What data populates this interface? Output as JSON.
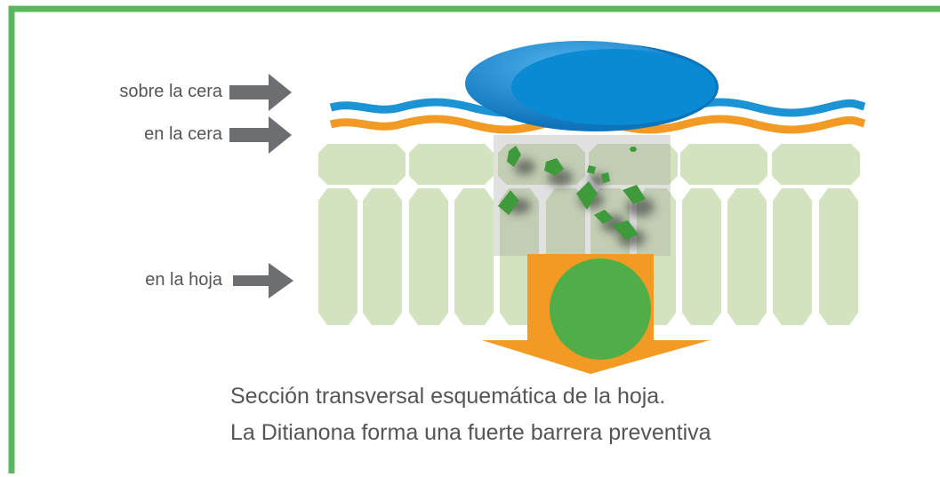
{
  "labels": {
    "above_wax": "sobre la cera",
    "in_wax": "en la cera",
    "in_leaf": "en la hoja"
  },
  "caption": {
    "line1": "Sección transversal esquemática de la hoja.",
    "line2": "La Ditianona forma una fuerte barrera preventiva"
  },
  "colors": {
    "frame": "#5bb75b",
    "droplet": "#1f8fd6",
    "wax_top": "#1b93d4",
    "wax_bottom": "#f39a24",
    "cells": "#d3e3bf",
    "particles": "#3f9a3c",
    "arrow_labels": "#6d6e71",
    "barrier_arrow": "#f39a24",
    "barrier_circle": "#4fae48"
  }
}
